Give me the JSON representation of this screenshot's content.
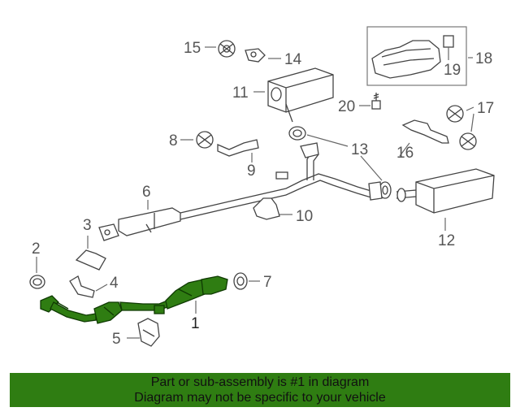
{
  "callouts": {
    "c1": "1",
    "c2": "2",
    "c3": "3",
    "c4": "4",
    "c5": "5",
    "c6": "6",
    "c7": "7",
    "c8": "8",
    "c9": "9",
    "c10": "10",
    "c11": "11",
    "c12": "12",
    "c13": "13",
    "c14": "14",
    "c15": "15",
    "c16": "16",
    "c17": "17",
    "c18": "18",
    "c19": "19",
    "c20": "20"
  },
  "highlighted_part": "1",
  "colors": {
    "highlight": "#2f7d12",
    "banner": "#2f7d12",
    "line": "#444444"
  },
  "banner": {
    "line1": "Part or sub-assembly is #1 in diagram",
    "line2": "Diagram may not be specific to your vehicle"
  }
}
